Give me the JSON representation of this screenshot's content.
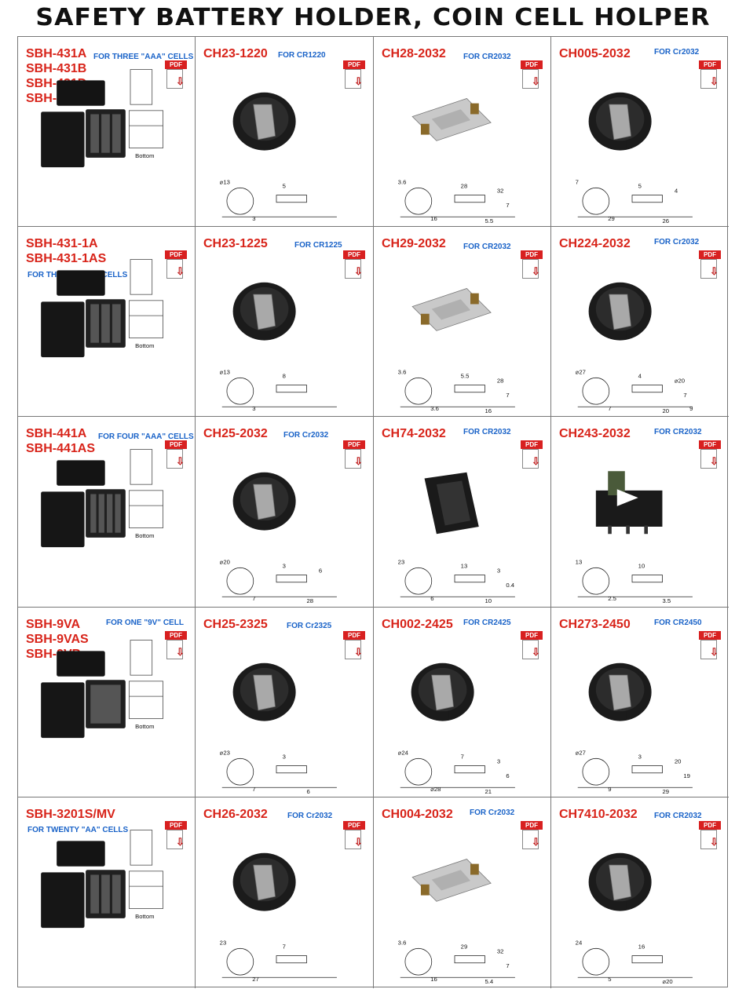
{
  "title": "SAFETY BATTERY HOLDER, COIN CELL HOLPER",
  "pdf_label": "PDF",
  "products": [
    {
      "models": [
        "SBH-431A",
        "SBH-431B",
        "SBH-431D",
        "SBH-431P"
      ],
      "desc": "FOR THREE \"AAA\" CELLS",
      "kind": "box3",
      "dims": [
        "Bottom"
      ]
    },
    {
      "models": [
        "CH23-1220"
      ],
      "desc": "FOR CR1220",
      "kind": "coin",
      "dims": [
        "⌀13",
        "3",
        "5"
      ]
    },
    {
      "models": [
        "CH28-2032"
      ],
      "desc": "FOR CR2032",
      "kind": "plate",
      "dims": [
        "3.6",
        "16",
        "28",
        "5.5",
        "32",
        "7"
      ]
    },
    {
      "models": [
        "CH005-2032"
      ],
      "desc": "FOR Cr2032",
      "kind": "coin",
      "dims": [
        "7",
        "29",
        "5",
        "26",
        "4"
      ]
    },
    {
      "models": [
        "SBH-431-1A",
        "SBH-431-1AS"
      ],
      "desc": "FOR THREE \"AAA\" CELLS",
      "kind": "box3",
      "dims": [
        "Bottom"
      ]
    },
    {
      "models": [
        "CH23-1225"
      ],
      "desc": "FOR CR1225",
      "kind": "coin",
      "dims": [
        "⌀13",
        "3",
        "8"
      ]
    },
    {
      "models": [
        "CH29-2032"
      ],
      "desc": "FOR CR2032",
      "kind": "plate",
      "dims": [
        "3.6",
        "3.6",
        "5.5",
        "16",
        "28",
        "7"
      ]
    },
    {
      "models": [
        "CH224-2032"
      ],
      "desc": "FOR Cr2032",
      "kind": "coin",
      "dims": [
        "⌀27",
        "7",
        "4",
        "20",
        "⌀20",
        "7",
        "9"
      ]
    },
    {
      "models": [
        "SBH-441A",
        "SBH-441AS"
      ],
      "desc": "FOR FOUR \"AAA\" CELLS",
      "kind": "box4",
      "dims": [
        "Bottom"
      ]
    },
    {
      "models": [
        "CH25-2032"
      ],
      "desc": "FOR Cr2032",
      "kind": "coin",
      "dims": [
        "⌀20",
        "7",
        "3",
        "28",
        "6"
      ]
    },
    {
      "models": [
        "CH74-2032"
      ],
      "desc": "FOR CR2032",
      "kind": "clip",
      "dims": [
        "23",
        "6",
        "13",
        "10",
        "3",
        "0.4"
      ]
    },
    {
      "models": [
        "CH243-2032"
      ],
      "desc": "FOR CR2032",
      "kind": "vertical",
      "dims": [
        "13",
        "2.5",
        "10",
        "3.5"
      ]
    },
    {
      "models": [
        "SBH-9VA",
        "SBH-9VAS",
        "SBH-9VP"
      ],
      "desc": "FOR ONE \"9V\" CELL",
      "kind": "box9v",
      "dims": [
        "Bottom"
      ]
    },
    {
      "models": [
        "CH25-2325"
      ],
      "desc": "FOR Cr2325",
      "kind": "coin",
      "dims": [
        "⌀23",
        "7",
        "3",
        "6"
      ]
    },
    {
      "models": [
        "CH002-2425"
      ],
      "desc": "FOR CR2425",
      "kind": "coin",
      "dims": [
        "⌀24",
        "⌀28",
        "7",
        "21",
        "3",
        "6"
      ]
    },
    {
      "models": [
        "CH273-2450"
      ],
      "desc": "FOR CR2450",
      "kind": "coin",
      "dims": [
        "⌀27",
        "9",
        "3",
        "29",
        "20",
        "19"
      ]
    },
    {
      "models": [
        "SBH-3201S/MV"
      ],
      "desc": "FOR TWENTY \"AA\" CELLS",
      "kind": "box20",
      "dims": [
        "Bottom"
      ]
    },
    {
      "models": [
        "CH26-2032"
      ],
      "desc": "FOR Cr2032",
      "kind": "coin",
      "dims": [
        "23",
        "27",
        "7"
      ]
    },
    {
      "models": [
        "CH004-2032"
      ],
      "desc": "FOR Cr2032",
      "kind": "plate",
      "dims": [
        "3.6",
        "16",
        "29",
        "5.4",
        "32",
        "7"
      ]
    },
    {
      "models": [
        "CH7410-2032"
      ],
      "desc": "FOR CR2032",
      "kind": "coin",
      "dims": [
        "24",
        "5",
        "16",
        "⌀20"
      ]
    }
  ]
}
